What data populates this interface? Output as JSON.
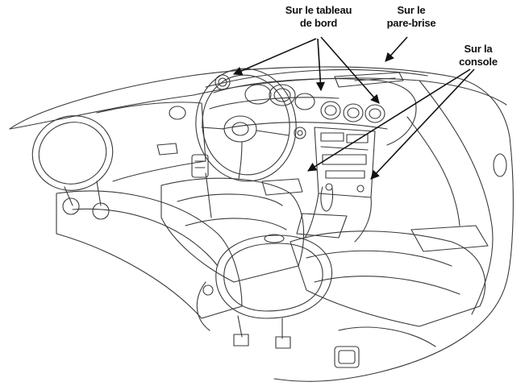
{
  "labels": {
    "dashboard_line1": "Sur le tableau",
    "dashboard_line2": "de bord",
    "windshield_line1": "Sur le",
    "windshield_line2": "pare-brise",
    "console_line1": "Sur la",
    "console_line2": "console"
  },
  "colors": {
    "line": "#3a3a3a",
    "arrow": "#111111",
    "background": "#ffffff"
  }
}
